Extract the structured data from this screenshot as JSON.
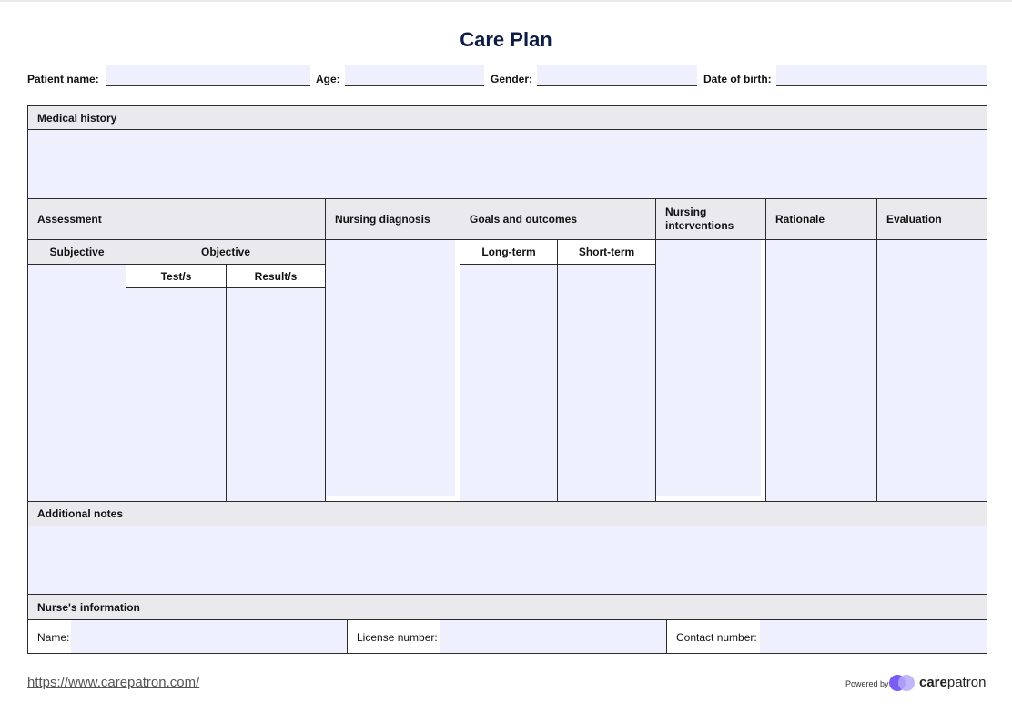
{
  "title": "Care Plan",
  "patient": {
    "name_label": "Patient name:",
    "age_label": "Age:",
    "gender_label": "Gender:",
    "dob_label": "Date of birth:"
  },
  "sections": {
    "medical_history": "Medical history",
    "assessment": "Assessment",
    "nursing_diagnosis": "Nursing diagnosis",
    "goals_outcomes": "Goals and outcomes",
    "nursing_interventions": "Nursing interventions",
    "rationale": "Rationale",
    "evaluation": "Evaluation",
    "subjective": "Subjective",
    "objective": "Objective",
    "tests": "Test/s",
    "results": "Result/s",
    "long_term": "Long-term",
    "short_term": "Short-term",
    "additional_notes": "Additional notes",
    "nurse_info": "Nurse's information"
  },
  "nurse": {
    "name_label": "Name:",
    "license_label": "License number:",
    "contact_label": "Contact number:"
  },
  "footer": {
    "url": "https://www.carepatron.com/",
    "powered_by": "Powered by",
    "brand_bold": "care",
    "brand_rest": "patron"
  },
  "colors": {
    "field_fill": "#eef1fd",
    "header_fill": "#e9e9ee",
    "title": "#0f1c45",
    "logo_purple": "#7a5cf5"
  }
}
